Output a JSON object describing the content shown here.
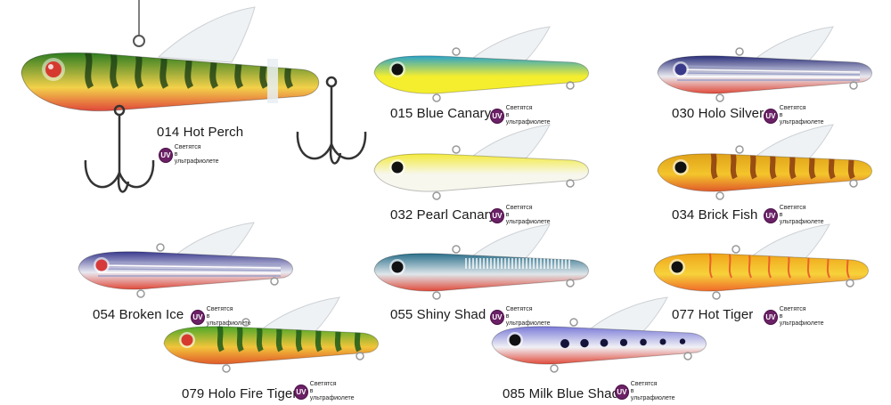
{
  "uv_badge_label": "UV",
  "uv_note_line1": "Светятся",
  "uv_note_line2": "в ультрафиолете",
  "lures": [
    {
      "caption": "014 Hot Perch",
      "back": "#2e7d22",
      "belly": "#f3d14a",
      "bottom": "#e0483a",
      "eye": "#d63a2f",
      "pattern": "perch-stripes"
    },
    {
      "caption": "015 Blue Canary",
      "back": "#2aa3c8",
      "belly": "#f5ee2f",
      "bottom": "#f5ee2f",
      "eye": "#111111",
      "pattern": "solid"
    },
    {
      "caption": "030 Holo Silver",
      "back": "#2a2f7a",
      "belly": "#e9e9ef",
      "bottom": "#e04a3a",
      "eye": "#3a3a8a",
      "pattern": "holo"
    },
    {
      "caption": "032 Pearl Canary",
      "back": "#f3ea3a",
      "belly": "#f7f7ee",
      "bottom": "#f7f7ee",
      "eye": "#111111",
      "pattern": "solid"
    },
    {
      "caption": "034 Brick Fish",
      "back": "#e0a21a",
      "belly": "#f4c52c",
      "bottom": "#e05a2a",
      "eye": "#111111",
      "pattern": "brick-stripes"
    },
    {
      "caption": "054 Broken Ice",
      "back": "#3a3a8f",
      "belly": "#e9e9f2",
      "bottom": "#e04a3a",
      "eye": "#d63a3a",
      "pattern": "ice"
    },
    {
      "caption": "055 Shiny Shad",
      "back": "#2a6f8a",
      "belly": "#dfe6ea",
      "bottom": "#e04a3a",
      "eye": "#111111",
      "pattern": "shad"
    },
    {
      "caption": "077 Hot Tiger",
      "back": "#f0a51a",
      "belly": "#f6d23a",
      "bottom": "#f06a2a",
      "eye": "#111111",
      "pattern": "tiger"
    },
    {
      "caption": "079 Holo Fire Tiger",
      "back": "#4ea82a",
      "belly": "#f2c53a",
      "bottom": "#e05a2a",
      "eye": "#d63a2f",
      "pattern": "fire-tiger"
    },
    {
      "caption": "085 Milk Blue Shad",
      "back": "#7a7ad8",
      "belly": "#f1f1f6",
      "bottom": "#e04a3a",
      "eye": "#111111",
      "pattern": "dots"
    }
  ]
}
